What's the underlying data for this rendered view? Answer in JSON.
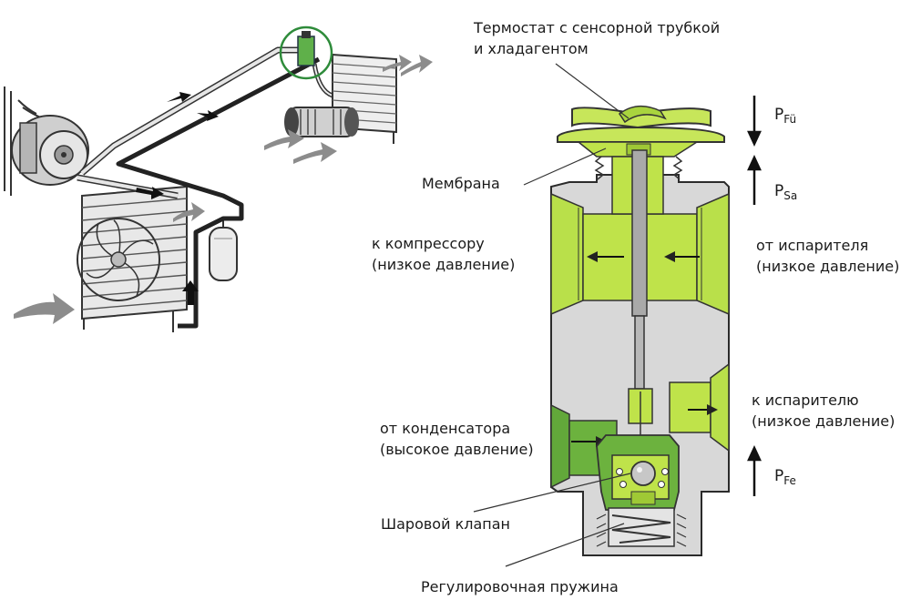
{
  "labels": {
    "thermostat_line1": "Термостат с сенсорной трубкой",
    "thermostat_line2": "и хладагентом",
    "membrane": "Мембрана",
    "to_compressor_line1": "к компрессору",
    "to_compressor_line2": "(низкое давление)",
    "from_evaporator_line1": "от испарителя",
    "from_evaporator_line2": "(низкое давление)",
    "to_evaporator_line1": "к испарителю",
    "to_evaporator_line2": "(низкое давление)",
    "from_condenser_line1": "от конденсатора",
    "from_condenser_line2": "(высокое давление)",
    "ball_valve": "Шаровой клапан",
    "regulating_spring": "Регулировочная пружина"
  },
  "pressures": {
    "pfu": {
      "letter": "P",
      "sub": "Fü"
    },
    "psa": {
      "letter": "P",
      "sub": "Sa"
    },
    "pfe": {
      "letter": "P",
      "sub": "Fe"
    }
  },
  "colors": {
    "green_light": "#bfe34a",
    "green_mid": "#a5cf3a",
    "green_dark": "#62a83a",
    "body_gray": "#d8d8d8",
    "outline": "#2b2b2b"
  }
}
